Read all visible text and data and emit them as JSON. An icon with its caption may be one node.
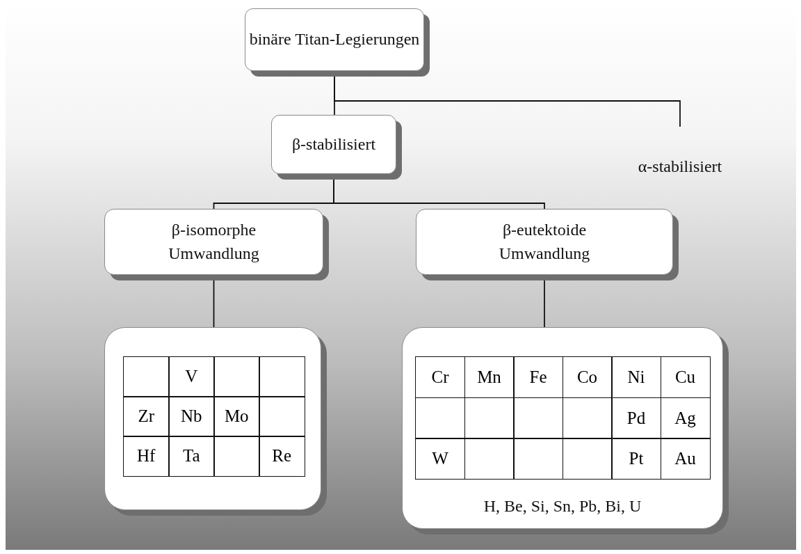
{
  "diagram": {
    "nodes": [
      {
        "text": [
          "binäre Titan-Legierungen"
        ]
      },
      {
        "text": [
          "β-stabilisiert"
        ]
      },
      {
        "text": [
          "α-stabilisiert"
        ]
      },
      {
        "text": [
          "β-isomorphe Umwandlung"
        ]
      },
      {
        "text": [
          "β-eutektoide Umwandlung"
        ]
      },
      {
        "text": [],
        "shape": "box"
      },
      {
        "text": [
          "H, Be, Si, Sn, Pb, Bi, U"
        ]
      }
    ],
    "edges": [
      {
        "from": 0,
        "to": 1,
        "arrow": "none"
      },
      {
        "from": 0,
        "to": 2,
        "arrow": "none"
      },
      {
        "from": 1,
        "to": 3,
        "arrow": "none"
      },
      {
        "from": 1,
        "to": 4,
        "arrow": "none"
      },
      {
        "from": 3,
        "to": 5,
        "arrow": "none"
      },
      {
        "from": 4,
        "to": 6,
        "arrow": "none"
      }
    ],
    "labels": [
      "V",
      "Zr",
      "Nb",
      "Mo",
      "Hf",
      "Ta",
      "Re",
      "Cr",
      "Mn",
      "Fe",
      "Co",
      "Ni",
      "Cu",
      "Pd",
      "Ag",
      "W",
      "Pt",
      "Au"
    ]
  }
}
